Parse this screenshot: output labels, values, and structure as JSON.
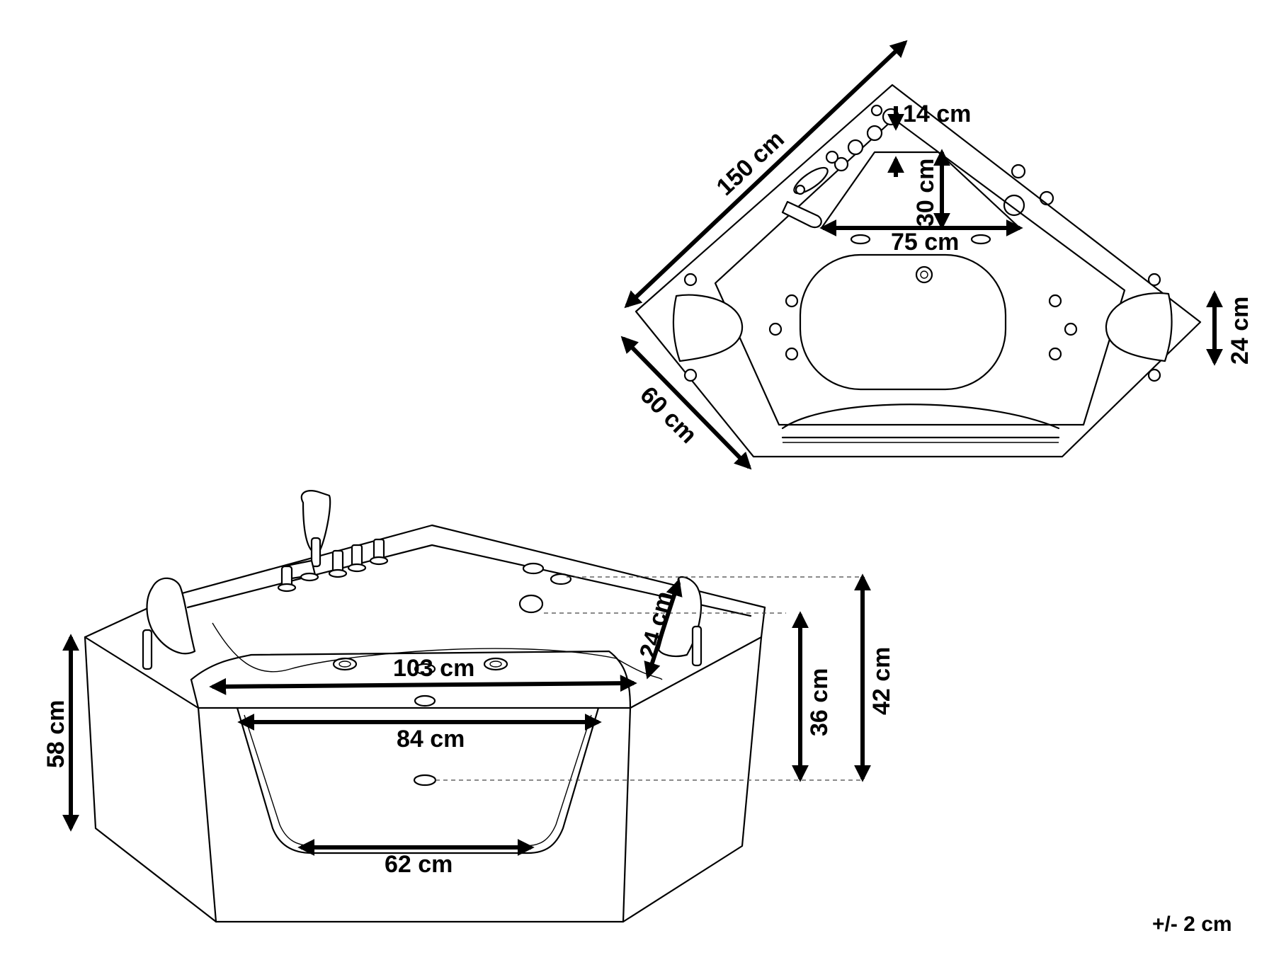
{
  "tolerance": "+/- 2 cm",
  "top_view": {
    "dimensions": {
      "length_side": "150 cm",
      "depth_side": "60 cm",
      "headrest_width": "24 cm",
      "front_seat_depth": "14 cm",
      "triangle_height": "30 cm",
      "triangle_base": "75 cm"
    }
  },
  "front_view": {
    "dimensions": {
      "total_height": "58 cm",
      "rim_width": "103 cm",
      "window_top": "84 cm",
      "window_bottom": "62 cm",
      "headrest_height": "24 cm",
      "interior_depth": "36 cm",
      "depth_to_rim": "42 cm"
    }
  }
}
